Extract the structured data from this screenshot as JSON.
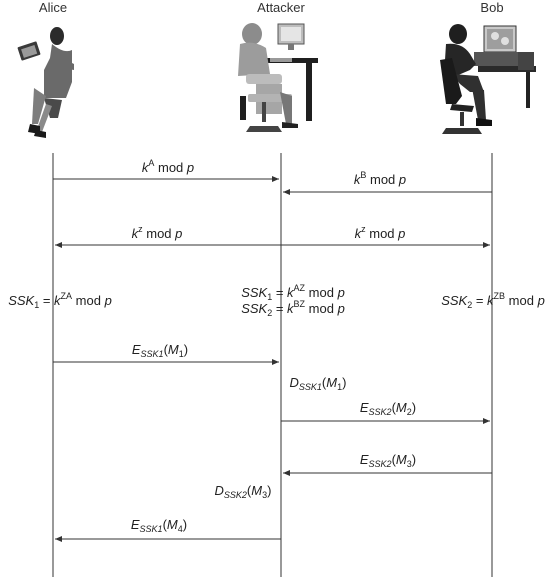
{
  "actors": {
    "alice": {
      "name": "Alice"
    },
    "attacker": {
      "name": "Attacker"
    },
    "bob": {
      "name": "Bob"
    }
  },
  "icons": {
    "alice": "woman-at-laptop-icon",
    "attacker": "person-at-desktop-computer-icon",
    "bob": "man-at-desktop-computer-icon"
  },
  "messages": {
    "m1": {
      "base": "k",
      "sup": "A",
      "rest": " mod ",
      "var": "p"
    },
    "m2": {
      "base": "k",
      "sup": "B",
      "rest": " mod ",
      "var": "p"
    },
    "m3": {
      "base": "k",
      "sup": "z",
      "rest": " mod ",
      "var": "p"
    },
    "m4": {
      "base": "k",
      "sup": "z",
      "rest": " mod ",
      "var": "p"
    },
    "e1": {
      "op": "E",
      "sub": "SSK1",
      "arg": "M",
      "argsub": "1"
    },
    "d1": {
      "op": "D",
      "sub": "SSK1",
      "arg": "M",
      "argsub": "1"
    },
    "e2": {
      "op": "E",
      "sub": "SSK2",
      "arg": "M",
      "argsub": "2"
    },
    "e3": {
      "op": "E",
      "sub": "SSK2",
      "arg": "M",
      "argsub": "3"
    },
    "d2": {
      "op": "D",
      "sub": "SSK2",
      "arg": "M",
      "argsub": "3"
    },
    "e4": {
      "op": "E",
      "sub": "SSK1",
      "arg": "M",
      "argsub": "4"
    }
  },
  "keys": {
    "alice": {
      "name": "SSK",
      "sub": "1",
      "eq": " = ",
      "base": "k",
      "sup": "ZA",
      "rest": " mod ",
      "var": "p"
    },
    "attacker1": {
      "name": "SSK",
      "sub": "1",
      "eq": " = ",
      "base": "k",
      "sup": "AZ",
      "rest": " mod ",
      "var": "p"
    },
    "attacker2": {
      "name": "SSK",
      "sub": "2",
      "eq": " = ",
      "base": "k",
      "sup": "BZ",
      "rest": " mod ",
      "var": "p"
    },
    "bob": {
      "name": "SSK",
      "sub": "2",
      "eq": " = ",
      "base": "k",
      "sup": "ZB",
      "rest": " mod ",
      "var": "p"
    }
  }
}
